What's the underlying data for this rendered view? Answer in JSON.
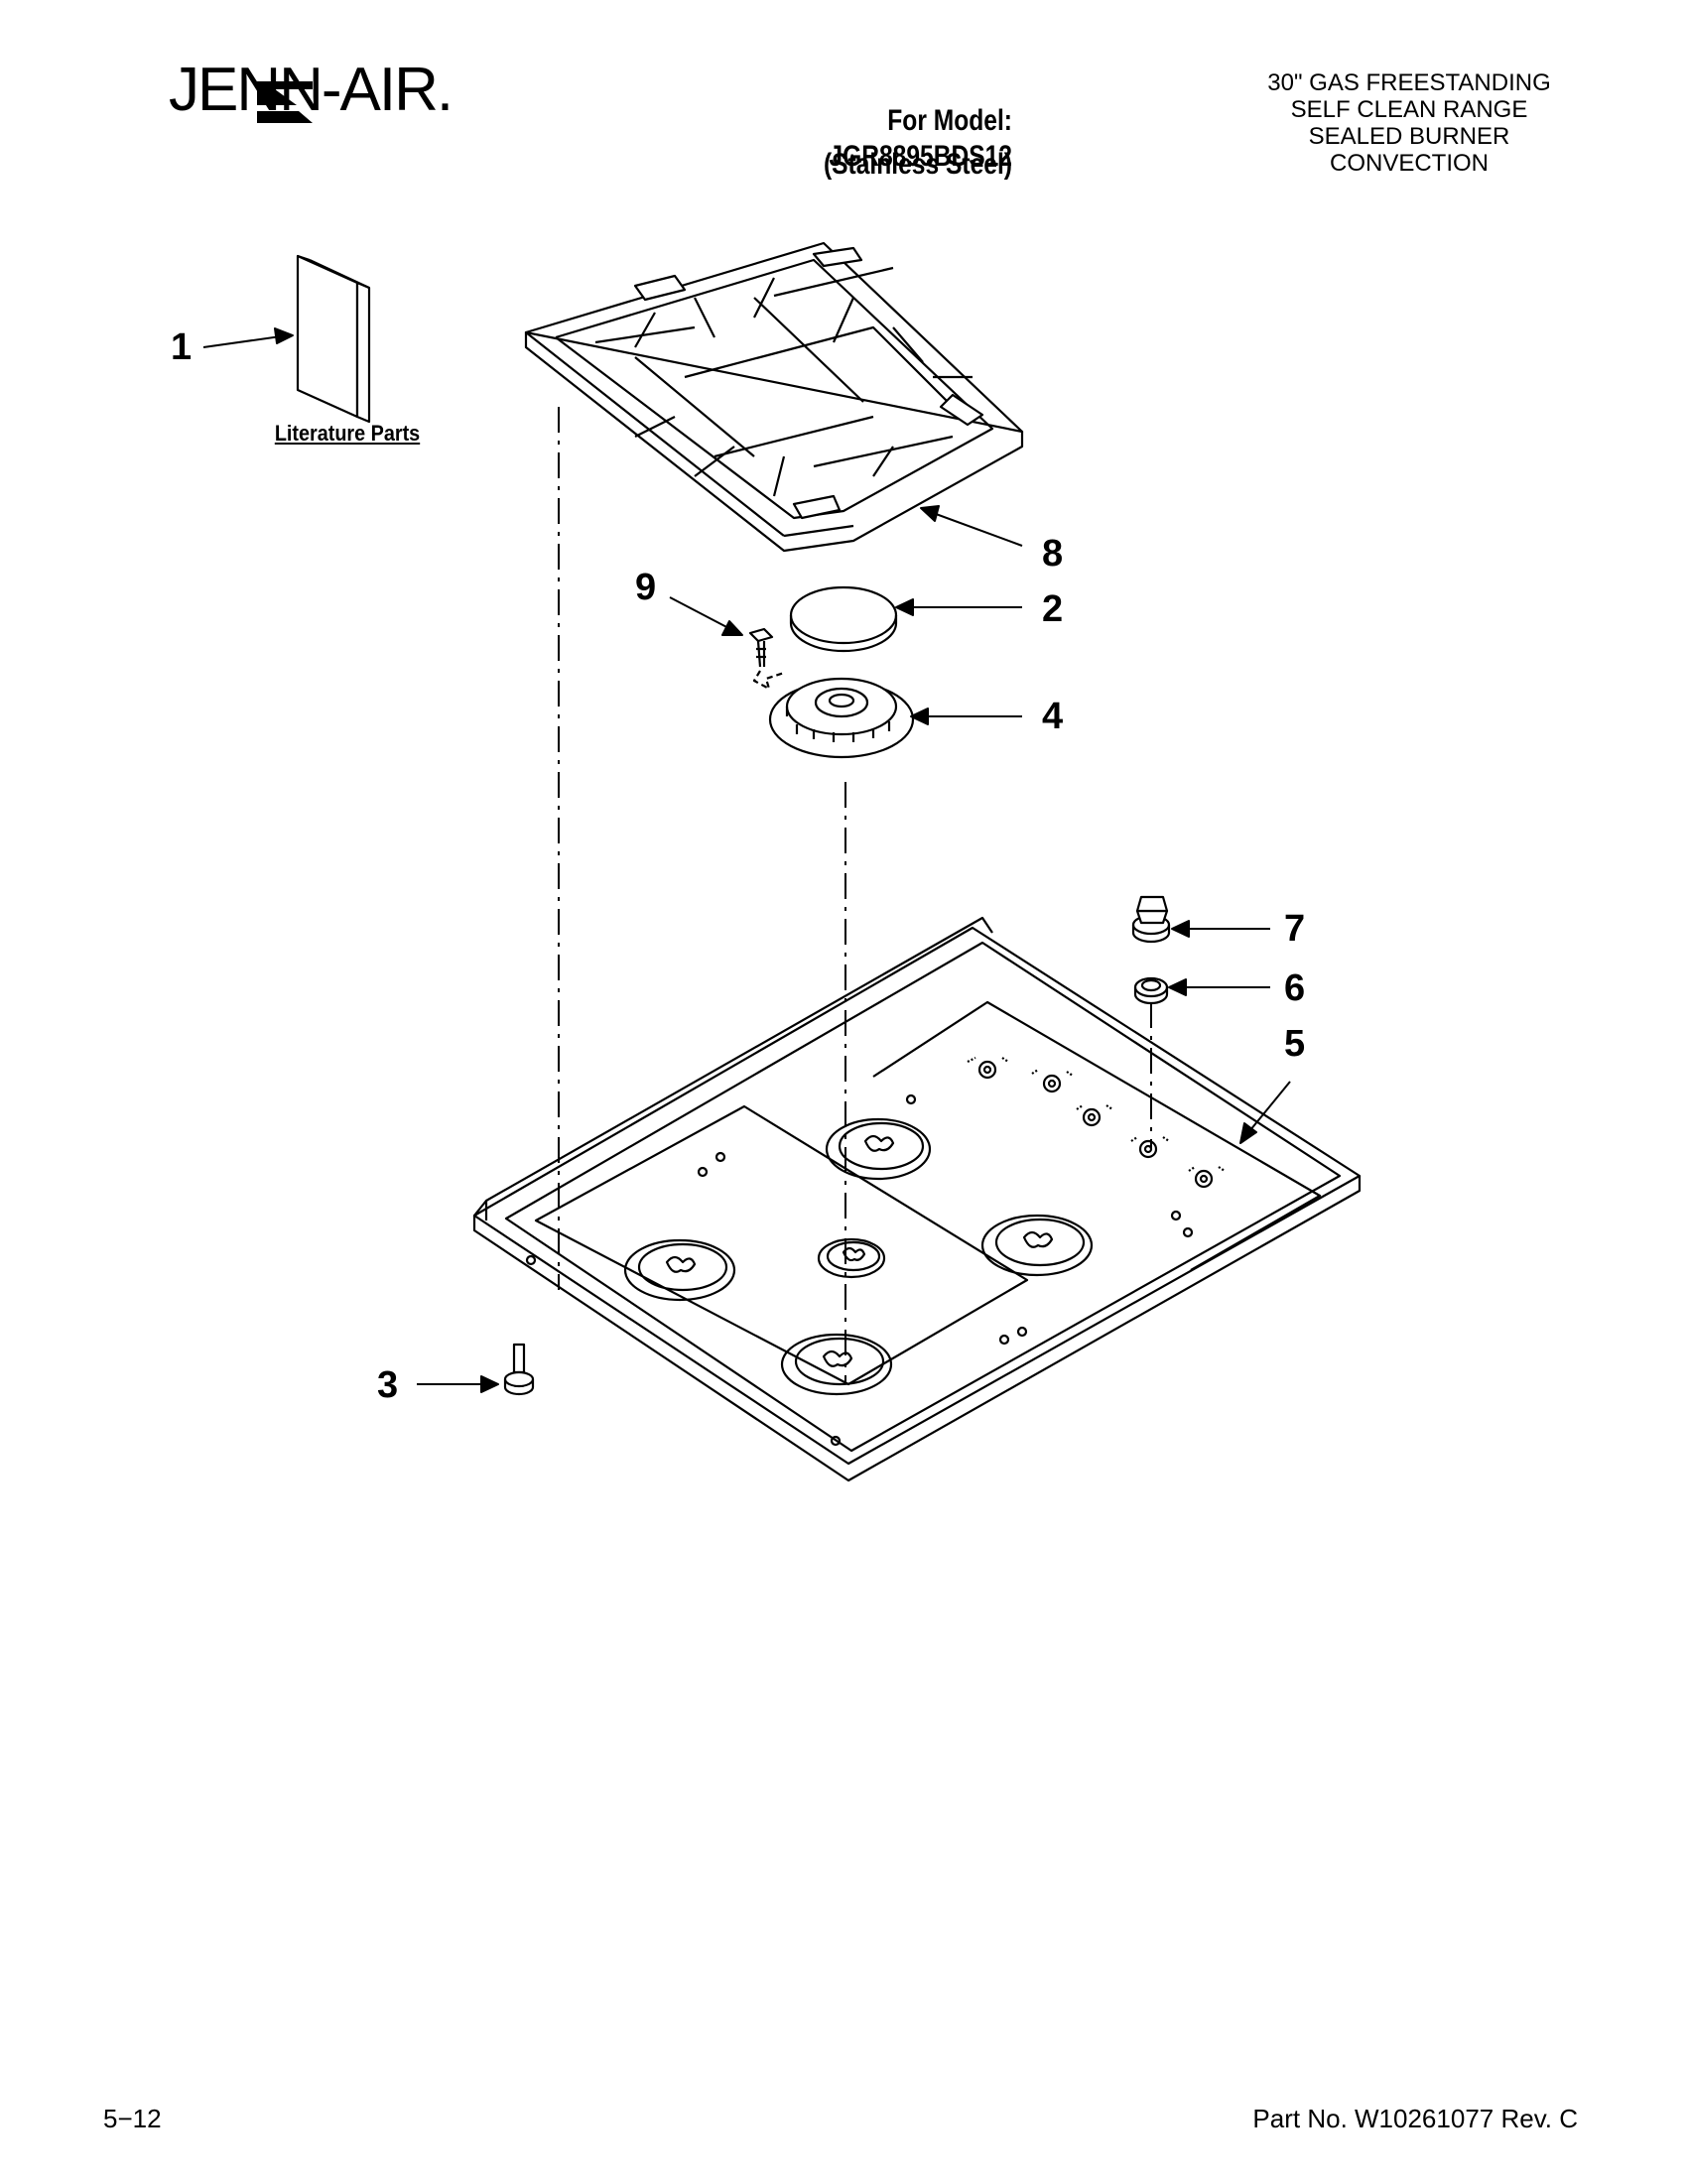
{
  "header": {
    "brand": "JENN-AIR.",
    "model_line": "For Model: JGR8895BDS12",
    "model_finish": "(Stainless Steel)",
    "description_lines": [
      "30\" GAS FREESTANDING",
      "SELF CLEAN RANGE",
      "SEALED BURNER",
      "CONVECTION"
    ]
  },
  "diagram": {
    "literature_label": "Literature Parts",
    "callouts": [
      "1",
      "2",
      "3",
      "4",
      "5",
      "6",
      "7",
      "8",
      "9"
    ]
  },
  "footer": {
    "page": "5−12",
    "part_number": "Part No. W10261077 Rev. C"
  }
}
